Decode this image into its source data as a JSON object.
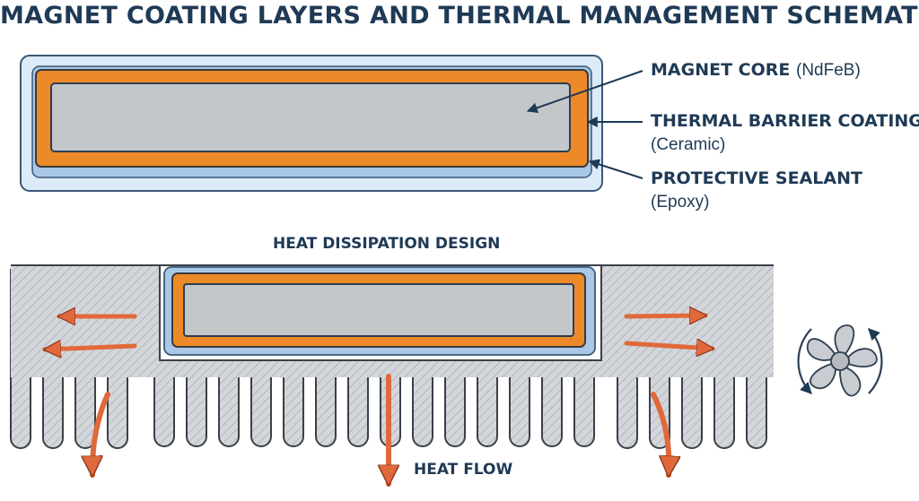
{
  "title": "MAGNET COATING LAYERS AND THERMAL MANAGEMENT SCHEMATIC",
  "layers": {
    "core": {
      "name": "MAGNET CORE",
      "material": "(NdFeB)"
    },
    "barrier": {
      "name": "THERMAL BARRIER COATING",
      "material": "(Ceramic)"
    },
    "sealant": {
      "name": "PROTECTIVE SEALANT",
      "material": "(Epoxy)"
    }
  },
  "heat_section": {
    "title": "HEAT DISSIPATION DESIGN",
    "flow_label": "HEAT FLOW"
  },
  "colors": {
    "text": "#1f3a55",
    "core": "#c4c7ca",
    "barrier": "#ec8a2a",
    "sealant": "#a9c7e6",
    "sink": "#cfd2d6",
    "arrow": "#e0693b"
  },
  "icons": [
    "fan-icon"
  ]
}
